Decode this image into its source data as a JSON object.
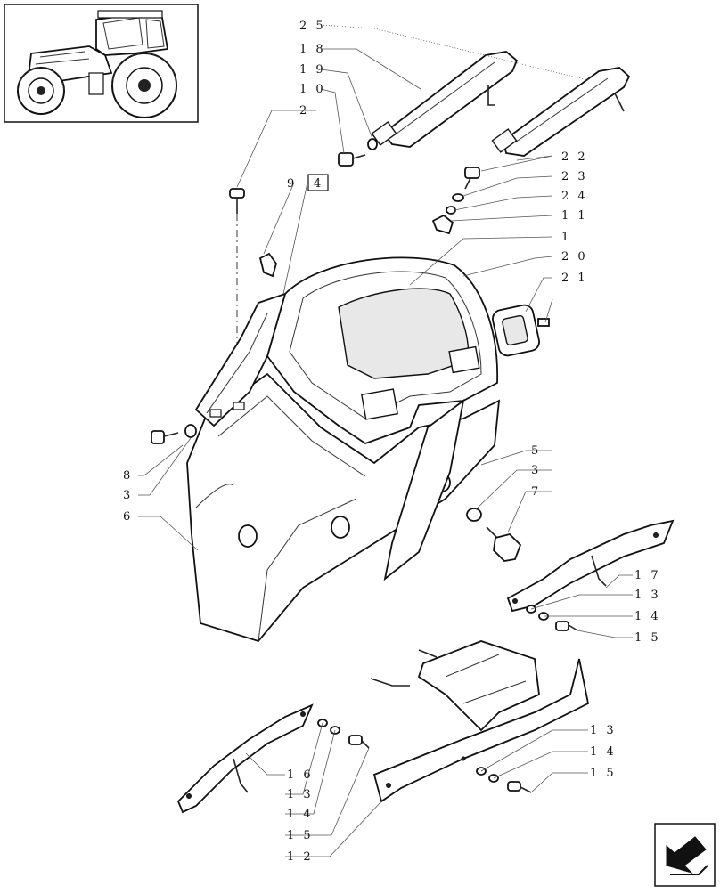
{
  "diagram": {
    "callouts": [
      {
        "id": "c25a",
        "text": "2 5"
      },
      {
        "id": "c18",
        "text": "1 8"
      },
      {
        "id": "c19",
        "text": "1 9"
      },
      {
        "id": "c10",
        "text": "1 0"
      },
      {
        "id": "c2",
        "text": "2"
      },
      {
        "id": "c9",
        "text": "9"
      },
      {
        "id": "c4",
        "text": "4"
      },
      {
        "id": "c22",
        "text": "2 2"
      },
      {
        "id": "c23",
        "text": "2 3"
      },
      {
        "id": "c24",
        "text": "2 4"
      },
      {
        "id": "c11",
        "text": "1 1"
      },
      {
        "id": "c1",
        "text": "1"
      },
      {
        "id": "c20",
        "text": "2 0"
      },
      {
        "id": "c21",
        "text": "2 1"
      },
      {
        "id": "c5",
        "text": "5"
      },
      {
        "id": "c3b",
        "text": "3"
      },
      {
        "id": "c7",
        "text": "7"
      },
      {
        "id": "c8",
        "text": "8"
      },
      {
        "id": "c3a",
        "text": "3"
      },
      {
        "id": "c6",
        "text": "6"
      },
      {
        "id": "c17",
        "text": "1 7"
      },
      {
        "id": "c13a",
        "text": "1 3"
      },
      {
        "id": "c14a",
        "text": "1 4"
      },
      {
        "id": "c15a",
        "text": "1 5"
      },
      {
        "id": "c13b",
        "text": "1 3"
      },
      {
        "id": "c14b",
        "text": "1 4"
      },
      {
        "id": "c15b",
        "text": "1 5"
      },
      {
        "id": "c16",
        "text": "1 6"
      },
      {
        "id": "c13c",
        "text": "1 3"
      },
      {
        "id": "c14c",
        "text": "1 4"
      },
      {
        "id": "c15c",
        "text": "1 5"
      },
      {
        "id": "c12",
        "text": "1 2"
      }
    ]
  },
  "icons": {
    "thumbnail": "tractor-icon",
    "nav": "arrow-back-icon"
  }
}
